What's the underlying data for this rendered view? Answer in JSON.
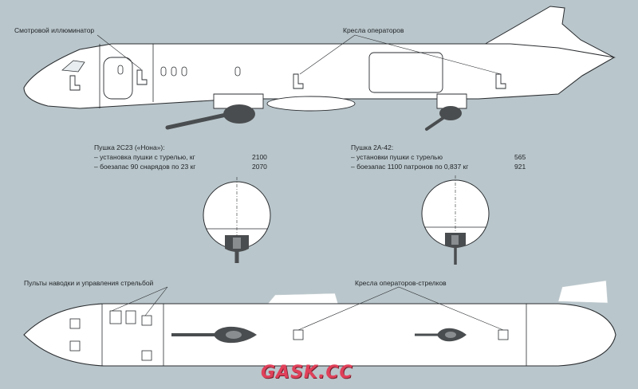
{
  "labels": {
    "illuminator": "Смотровой иллюминатор",
    "operator_seats": "Кресла операторов",
    "fire_control": "Пульты наводки и управления стрельбой",
    "gunner_seats": "Кресла операторов-стрелков"
  },
  "gun_left": {
    "title": "Пушка 2С23 («Нона»):",
    "rows": [
      {
        "label": "– установка пушки с турелью, кг",
        "value": "2100"
      },
      {
        "label": "– боезапас 90 снарядов по 23 кг",
        "value": "2070"
      }
    ]
  },
  "gun_right": {
    "title": "Пушка 2А-42:",
    "rows": [
      {
        "label": "– установки пушки с турелью",
        "value": "565"
      },
      {
        "label": "– боезапас 1100 патронов по 0,837 кг",
        "value": "921"
      }
    ]
  },
  "watermark": "GASK.CC",
  "colors": {
    "background": "#b9c6cb",
    "fuselage": "#ffffff",
    "line": "#2a2d30",
    "dark": "#4a4d4f",
    "watermark": "#e0405a"
  }
}
